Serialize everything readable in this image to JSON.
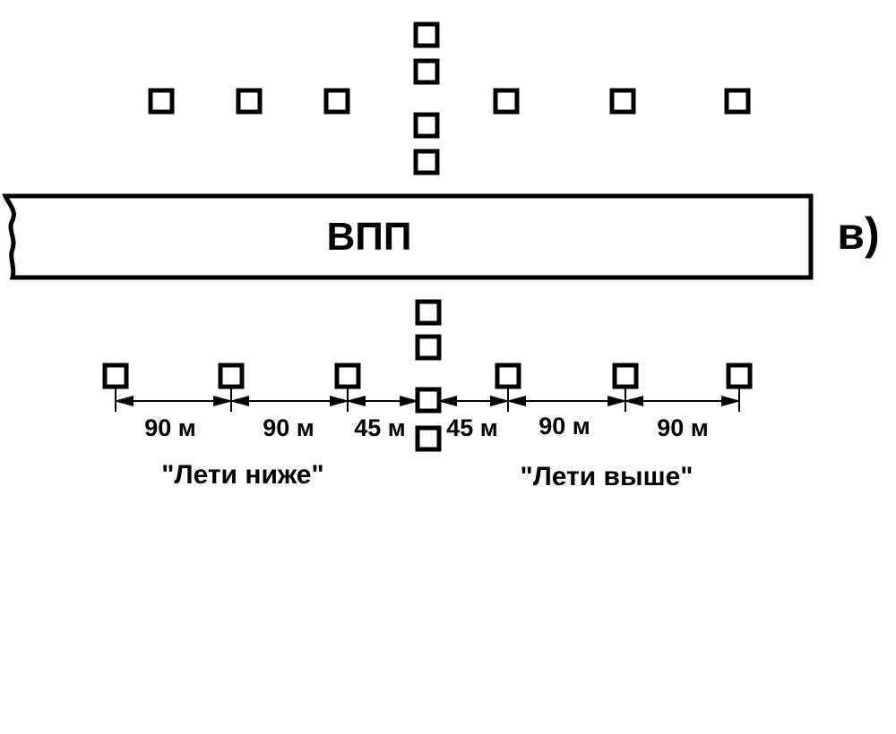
{
  "runway": {
    "label": "ВПП"
  },
  "figure_label": "в)",
  "dimensions": [
    {
      "label": "90 м"
    },
    {
      "label": "90 м"
    },
    {
      "label": "45 м"
    },
    {
      "label": "45 м"
    },
    {
      "label": "90 м"
    },
    {
      "label": "90 м"
    }
  ],
  "captions": {
    "left": "\"Лети ниже\"",
    "right": "\"Лети выше\""
  },
  "colors": {
    "ink": "#000000",
    "background": "#ffffff"
  }
}
